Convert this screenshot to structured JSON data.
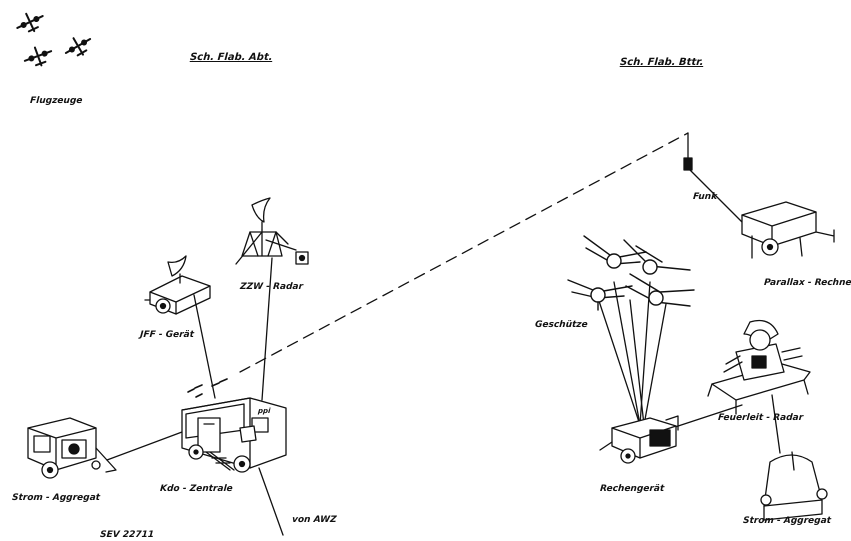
{
  "labels": {
    "flugzeuge": "Flugzeuge",
    "abteilung": "Sch. Flab. Abt.",
    "batterie": "Sch. Flab. Bttr.",
    "jff": "JFF - Gerät",
    "zzw": "ZZW - Radar",
    "kdo": "Kdo - Zentrale",
    "strom_left": "Strom - Aggregat",
    "von_awz": "von AWZ",
    "sev": "SEV 22711",
    "funk": "Funk",
    "parallax": "Parallax - Rechner",
    "geschuetze": "Geschütze",
    "feuerleit": "Feuerleit - Radar",
    "rechengeraet": "Rechengerät",
    "strom_right": "Strom - Aggregat",
    "ppi": "ppi"
  }
}
